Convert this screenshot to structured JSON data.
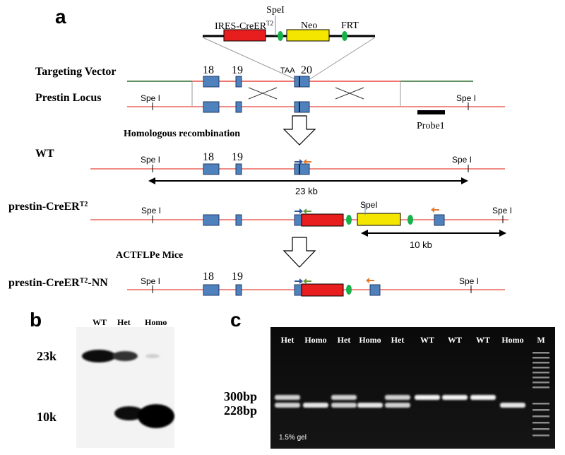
{
  "panels": {
    "a": "a",
    "b": "b",
    "c": "c"
  },
  "vector_cassette": {
    "ires_cre": "IRES-CreER",
    "ires_cre_sup": "T2",
    "spe_site": "SpeI",
    "neo": "Neo",
    "frt": "FRT"
  },
  "rows": {
    "targeting_vector": "Targeting Vector",
    "prestin_locus": "Prestin Locus",
    "homologous_recombination": "Homologous recombination",
    "wt": "WT",
    "cre_prefix": "prestin-CreER",
    "cre_sup": "T2",
    "actflpe": "ACTFLPe Mice",
    "nn_prefix": "prestin-CreER",
    "nn_sup": "T2",
    "nn_suffix": "-NN"
  },
  "exons": {
    "e18": "18",
    "e19": "19",
    "e20": "20",
    "taa": "TAA"
  },
  "sites": {
    "spe": "Spe I",
    "spe_compact": "SpeI",
    "probe": "Probe1"
  },
  "sizes": {
    "wt_band": "23 kb",
    "cre_band": "10 kb"
  },
  "southern": {
    "lanes": [
      "WT",
      "Het",
      "Homo"
    ],
    "size_labels": [
      "23k",
      "10k"
    ]
  },
  "gel": {
    "lanes": [
      "Het",
      "Homo",
      "Het",
      "Homo",
      "Het",
      "WT",
      "WT",
      "WT",
      "Homo",
      "M"
    ],
    "size_labels": [
      "300bp",
      "228bp"
    ],
    "note": "1.5% gel"
  },
  "colors": {
    "exon": "#4f81bd",
    "locus_line": "#e8483e",
    "cre": "#e81e1e",
    "neo": "#f5e600",
    "frt": "#18b14b",
    "primer_blue": "#2e5597",
    "primer_green": "#6a9a3a",
    "primer_orange": "#e47a2c"
  }
}
